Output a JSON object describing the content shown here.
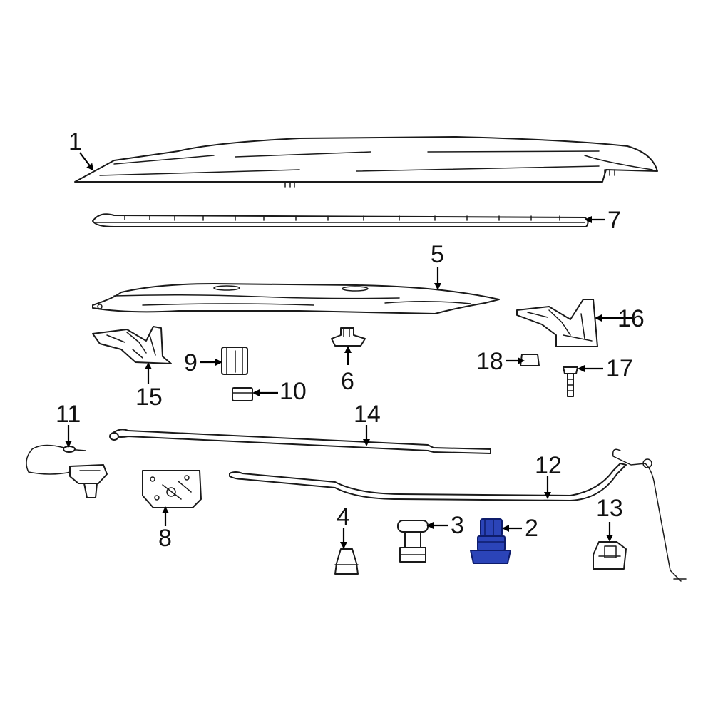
{
  "colors": {
    "line": "#1a1a1a",
    "highlight_fill": "#2b44b8",
    "highlight_stroke": "#0e1c6b",
    "background": "#ffffff"
  },
  "callouts": {
    "c1": "1",
    "c2": "2",
    "c3": "3",
    "c4": "4",
    "c5": "5",
    "c6": "6",
    "c7": "7",
    "c8": "8",
    "c9": "9",
    "c10": "10",
    "c11": "11",
    "c12": "12",
    "c13": "13",
    "c14": "14",
    "c15": "15",
    "c16": "16",
    "c17": "17",
    "c18": "18"
  },
  "highlighted_part": "2"
}
